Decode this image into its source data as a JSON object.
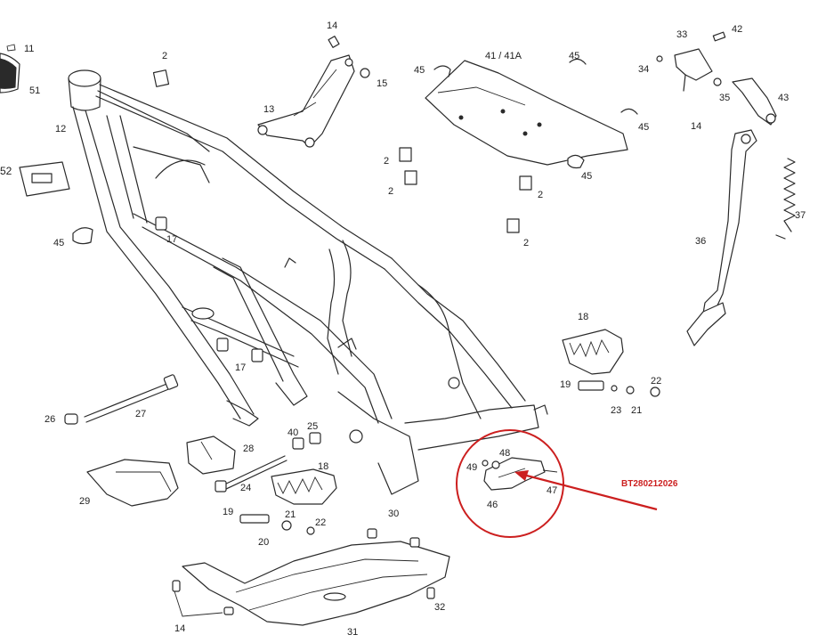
{
  "diagram": {
    "reference_code": "BT280212026",
    "highlight_color": "#cc1f1f",
    "line_color": "#2a2a2a",
    "labels": {
      "p11": "11",
      "p51": "51",
      "p52": "52",
      "p12": "12",
      "p45a": "45",
      "p2a": "2",
      "p17a": "17",
      "p17b": "17",
      "p13": "13",
      "p14a": "14",
      "p15": "15",
      "p45b": "45",
      "p41": "41 / 41A",
      "p45c": "45",
      "p45d": "45",
      "p45e": "45",
      "p2b": "2",
      "p2c": "2",
      "p2d": "2",
      "p2e": "2",
      "p33": "33",
      "p42": "42",
      "p34": "34",
      "p35": "35",
      "p43": "43",
      "p14b": "14",
      "p36": "36",
      "p37": "37",
      "p18a": "18",
      "p19a": "19",
      "p22a": "22",
      "p23": "23",
      "p21a": "21",
      "p26": "26",
      "p27": "27",
      "p28": "28",
      "p40": "40",
      "p25": "25",
      "p29": "29",
      "p24": "24",
      "p18b": "18",
      "p19b": "19",
      "p21b": "21",
      "p22b": "22",
      "p20": "20",
      "p30": "30",
      "p48": "48",
      "p49": "49",
      "p47": "47",
      "p46": "46",
      "p14c": "14",
      "p32": "32",
      "p31": "31"
    }
  }
}
